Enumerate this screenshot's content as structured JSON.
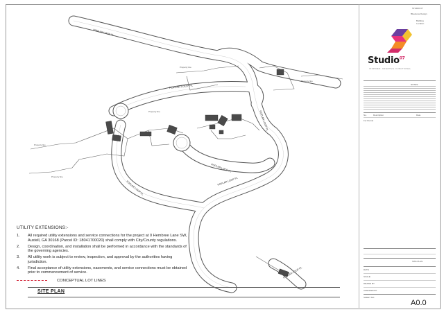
{
  "drawing": {
    "title": "SITE PLAN",
    "road_labels": {
      "top": "POPLAR LOOP PL",
      "east": "POPLAR LOOP PL",
      "south_loop": "POPLAR LOOP PL",
      "cul_de_sac": "POPLAR LOOP PL",
      "west_loop": "POPLAR LOOP PL",
      "bottom": "POPLAR LOOP PL"
    },
    "property_labels": [
      "Property line",
      "Property line",
      "Property line",
      "Property line",
      "Property line"
    ]
  },
  "notes": {
    "heading": "UTILITY EXTENSIONS:-",
    "items": [
      {
        "num": "1.",
        "text": "All required utility extensions and service connections for the project at 0 Hembree Lane SW, Austell, GA 30168 (Parcel ID: 18041700020) shall comply with City/County regulations."
      },
      {
        "num": "2.",
        "text": "Design, coordination, and installation shall be performed in accordance with the standards of the governing agencies."
      },
      {
        "num": "3.",
        "text": "All utility work is subject to review, inspection, and approval by the authorities having jurisdiction."
      },
      {
        "num": "4.",
        "text": "Final acceptance of utility extensions, easements, and service connections must be obtained prior to commencement of service."
      }
    ]
  },
  "legend": {
    "label": "CONCEPTUAL LOT LINES",
    "color": "#d3263a"
  },
  "titleblock": {
    "top_code": "STUDIO 07",
    "firm": "Bluestone Design",
    "project": "Building",
    "location": "Location",
    "brand": "Studio",
    "brand_sup": "07",
    "tagline": "INSPIRED. CREATIVE. FUNCTIONAL",
    "notes_label": "NOTES",
    "rev_no": "No.",
    "rev_desc": "Description",
    "rev_date": "Date",
    "issued_label": "For Permit",
    "sheet_title": "SITE PLAN",
    "date_label": "DATE",
    "scale_label": "SCALE",
    "drawn_label": "DRAWN BY",
    "checked_label": "CHECKED BY",
    "sheet_label": "SHEET NO.",
    "sheet_no": "A0.0"
  },
  "colors": {
    "accent_purple": "#6b3fa0",
    "accent_pink": "#e8317a",
    "accent_orange": "#f48b26",
    "accent_yellow": "#f2c12e",
    "lot_line_red": "#d3263a"
  }
}
